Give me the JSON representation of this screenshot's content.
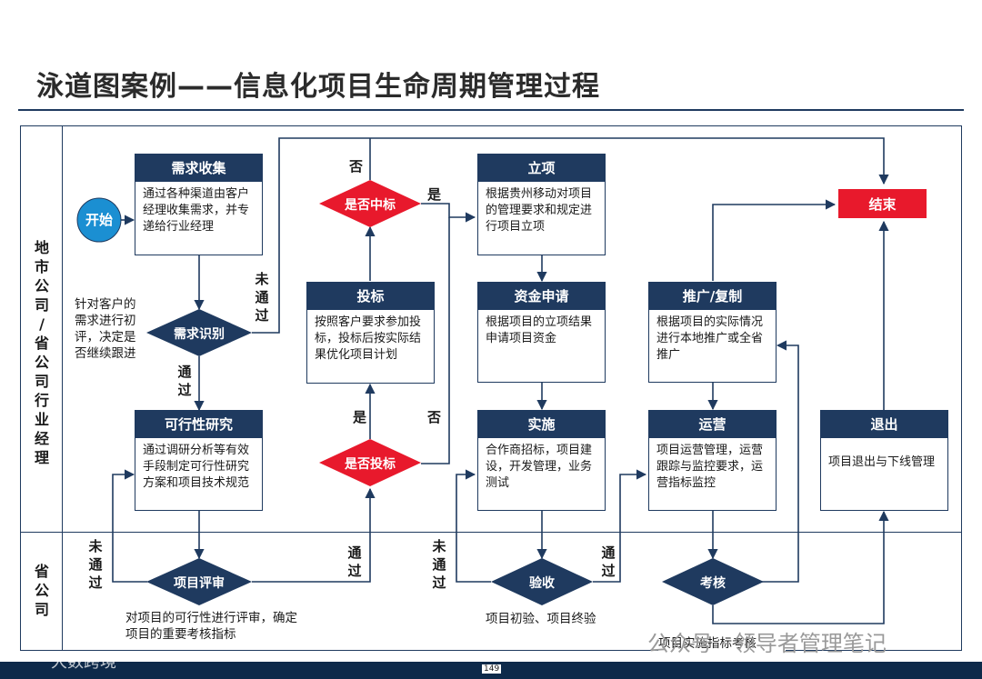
{
  "title": "泳道图案例——信息化项目生命周期管理过程",
  "lanes": {
    "top": "地市公司/省公司行业经理",
    "bottom": "省公司"
  },
  "start": "开始",
  "end": "结束",
  "boxes": {
    "demand_collect": {
      "title": "需求收集",
      "body": "通过各种渠道由客户经理收集需求，并专递给行业经理"
    },
    "feasibility": {
      "title": "可行性研究",
      "body": "通过调研分析等有效手段制定可行性研究方案和项目技术规范"
    },
    "bidding": {
      "title": "投标",
      "body": "按照客户要求参加投标，投标后按实际结果优化项目计划"
    },
    "project_setup": {
      "title": "立项",
      "body": "根据贵州移动对项目的管理要求和规定进行项目立项"
    },
    "funding": {
      "title": "资金申请",
      "body": "根据项目的立项结果申请项目资金"
    },
    "implementation": {
      "title": "实施",
      "body": "合作商招标，项目建设，开发管理，业务测试"
    },
    "promotion": {
      "title": "推广/复制",
      "body": "根据项目的实际情况进行本地推广或全省推广"
    },
    "operation": {
      "title": "运营",
      "body": "项目运营管理，运营跟踪与监控要求，运营指标监控"
    },
    "exit": {
      "title": "退出",
      "body": "项目退出与下线管理"
    }
  },
  "decisions": {
    "demand_identify": "需求识别",
    "project_review": "项目评审",
    "acceptance": "验收",
    "assessment": "考核",
    "win_bid": "是否中标",
    "bid_or_not": "是否投标"
  },
  "notes": {
    "demand_identify_note": "针对客户的需求进行初评，决定是否继续跟进",
    "review_note": "对项目的可行性进行评审，确定项目的重要考核指标",
    "acceptance_note": "项目初验、项目终验",
    "assessment_note": "项目实施指标考核"
  },
  "edge_labels": {
    "not_passed": "未通过",
    "passed": "通过",
    "yes": "是",
    "no": "否"
  },
  "footer": {
    "page": "149",
    "watermark": "公众号 · 领导者管理笔记",
    "watermark_left": "大数跨境"
  },
  "colors": {
    "navy": "#1f3a5f",
    "red": "#e8192c",
    "start_blue": "#1b8fd2"
  }
}
